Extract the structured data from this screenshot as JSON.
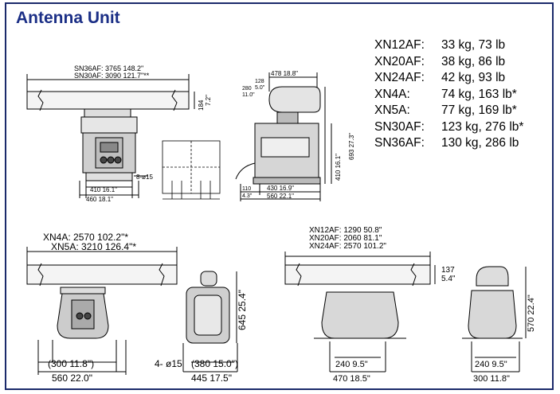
{
  "title": "Antenna Unit",
  "weights": [
    {
      "model": "XN12AF:",
      "value": "33 kg, 73 lb"
    },
    {
      "model": "XN20AF:",
      "value": "38 kg, 86 lb"
    },
    {
      "model": "XN24AF:",
      "value": "42 kg, 93 lb"
    },
    {
      "model": "XN4A:",
      "value": "74 kg, 163 lb*"
    },
    {
      "model": "XN5A:",
      "value": "77 kg, 169 lb*"
    },
    {
      "model": "SN30AF:",
      "value": "123 kg, 276 lb*"
    },
    {
      "model": "SN36AF:",
      "value": "130 kg, 286 lb"
    }
  ],
  "top_left": {
    "sn36": "SN36AF: 3765  148.2\"",
    "sn30": "SN30AF: 3090  121.7\"**",
    "h184": "184",
    "h72": "7.2\"",
    "w410": "410  16.1\"",
    "w460": "460  18.1\"",
    "bolt": "8-ø15"
  },
  "top_mid": {
    "d478": "478  18.8\"",
    "d128": "128",
    "d50": "5.0\"",
    "d280": "280",
    "d110a": "11.0\"",
    "d693": "693  27.3\"",
    "d410": "410  16.1\"",
    "d110": "110",
    "d43": "4.3\"",
    "d430": "430  16.9\"",
    "d560": "560  22.1\""
  },
  "bottom_left": {
    "xn4a": "XN4A: 2570  102.2\"*",
    "xn5a": "XN5A: 3210  126.4\"*",
    "h645": "645  25.4\"",
    "d300": "(300  11.8\")",
    "d380": "(380  15.0\")",
    "bolt": "4- ø15",
    "d560": "560  22.0\"",
    "d445": "445  17.5\""
  },
  "bottom_right": {
    "xn12": "XN12AF: 1290  50.8\"",
    "xn20": "XN20AF: 2060  81.1\"",
    "xn24": "XN24AF: 2570  101.2\"",
    "h137": "137",
    "h54": "5.4\"",
    "d240a": "240  9.5\"",
    "d470": "470  18.5\"",
    "d240b": "240  9.5\"",
    "d300": "300  11.8\"",
    "h570": "570  22.4\""
  }
}
